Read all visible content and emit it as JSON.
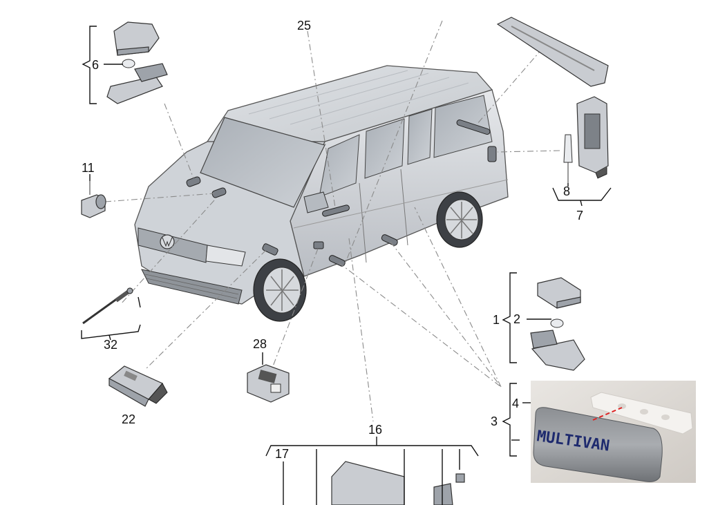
{
  "diagram": {
    "callouts": {
      "c1": "1",
      "c2": "2",
      "c3": "3",
      "c4": "4",
      "c6": "6",
      "c7": "7",
      "c8": "8",
      "c11": "11",
      "c16": "16",
      "c17": "17",
      "c22": "22",
      "c25": "25",
      "c28": "28",
      "c32": "32"
    }
  },
  "photo_inset": {
    "badge_text": "MULTIVAN"
  }
}
